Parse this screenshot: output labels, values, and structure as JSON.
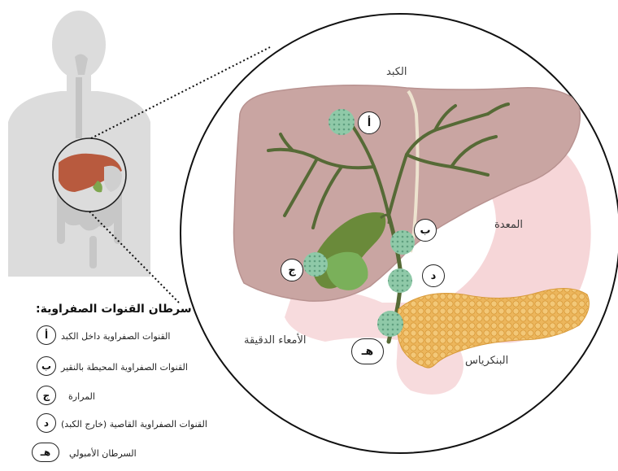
{
  "organs": {
    "liver": "الكبد",
    "stomach": "المعدة",
    "small_intestine": "الأمعاء الدقيقة",
    "pancreas": "البنكرياس"
  },
  "legend": {
    "title": "سرطان القنوات الصفراوية:",
    "items": [
      {
        "key": "أ",
        "text": "القنوات الصفراوية داخل الكبد"
      },
      {
        "key": "ب",
        "text": "القنوات الصفراوية المحيطة بالنقير"
      },
      {
        "key": "ج",
        "text": "المرارة"
      },
      {
        "key": "د",
        "text": "القنوات الصفراوية القاصية (خارج الكبد)"
      },
      {
        "key": "هـ",
        "text": "السرطان الأمبولي"
      }
    ]
  },
  "markers": {
    "a": "أ",
    "b": "ب",
    "c": "ج",
    "d": "د",
    "e": "هـ"
  },
  "colors": {
    "liver": "#c9a5a2",
    "bile_ducts": "#5a6b3a",
    "gallbladder": "#6a8a3a",
    "tumor": "#8fc9a8",
    "pancreas": "#e9b45a",
    "stomach": "#f2c9cb",
    "body": "#d9d9d9"
  }
}
